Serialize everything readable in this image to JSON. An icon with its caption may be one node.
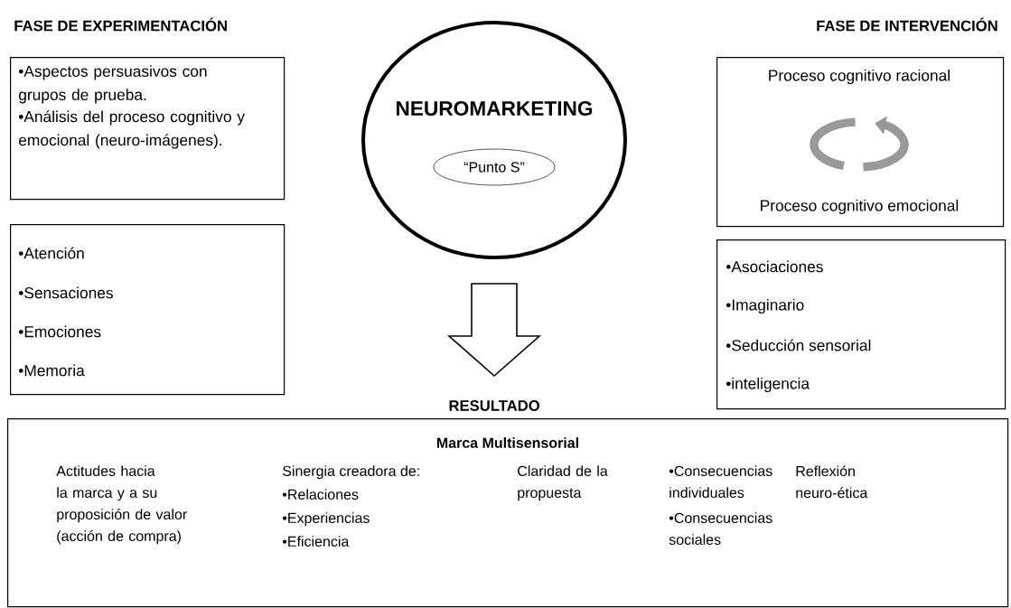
{
  "diagram": {
    "nodes": [
      {
        "text": [
          "•Aspectos persuasivos con grupos de prueba.",
          "•Análisis del proceso cognitivo y emocional (neuro-imágenes)."
        ]
      },
      {
        "text": [
          "•Atención",
          "•Sensaciones",
          "•Emociones",
          "•Memoria"
        ]
      },
      {
        "text": [
          "NEUROMARKETING"
        ]
      },
      {
        "text": [
          "“Punto S”"
        ],
        "in": 2
      },
      {
        "text": [
          "Proceso cognitivo racional",
          "Proceso cognitivo emocional"
        ]
      },
      {
        "text": [
          "•Asociaciones",
          "•Imaginario",
          "•Seducción sensorial",
          "•inteligencia"
        ]
      },
      {
        "beside": [
          "RESULTADO"
        ],
        "text": [
          "Marca Multisensorial",
          "Actitudes hacia la marca y a su proposición de valor (acción de compra)",
          "Sinergia creadora de:",
          "•Relaciones",
          "•Experiencias",
          "•Eficiencia",
          "Claridad de la propuesta",
          "•Consecuencias individuales",
          "•Consecuencias sociales",
          "Reflexión neuro-ética"
        ]
      }
    ],
    "edges": [
      {
        "from": 2,
        "to": 6,
        "arrow": "to"
      }
    ],
    "labels": [
      "FASE DE EXPERIMENTACIÓN",
      "FASE DE INTERVENCIÓN"
    ]
  }
}
